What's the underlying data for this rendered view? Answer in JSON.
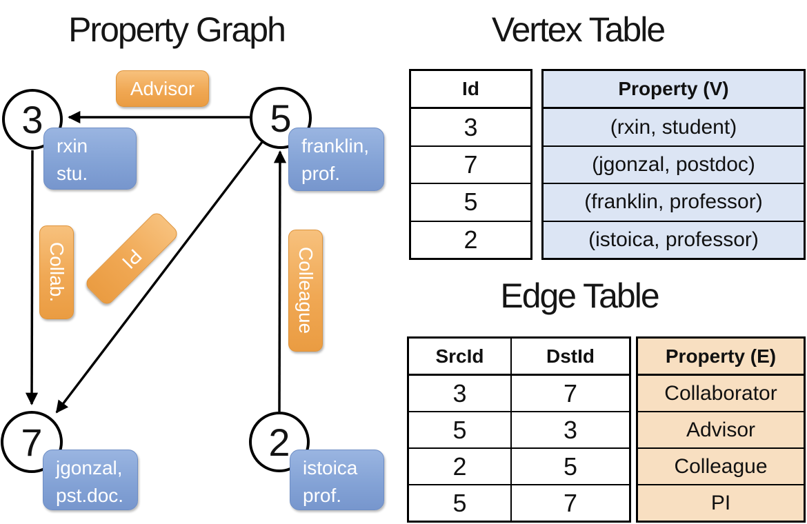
{
  "graph": {
    "title": "Property Graph",
    "nodes": {
      "n3": "3",
      "n5": "5",
      "n7": "7",
      "n2": "2"
    },
    "edge_labels": {
      "advisor": "Advisor",
      "collab": "Collab.",
      "pi": "PI",
      "colleague": "Colleague"
    },
    "node_props": {
      "rxin": {
        "line1": "rxin",
        "line2": "stu."
      },
      "franklin": {
        "line1": "franklin,",
        "line2": "prof."
      },
      "jgonzal": {
        "line1": "jgonzal,",
        "line2": "pst.doc."
      },
      "istoica": {
        "line1": "istoica",
        "line2": "prof."
      }
    }
  },
  "vertex_table": {
    "title": "Vertex Table",
    "col_id": "Id",
    "col_property": "Property (V)",
    "rows": [
      {
        "id": "3",
        "property": "(rxin, student)"
      },
      {
        "id": "7",
        "property": "(jgonzal, postdoc)"
      },
      {
        "id": "5",
        "property": "(franklin, professor)"
      },
      {
        "id": "2",
        "property": "(istoica, professor)"
      }
    ]
  },
  "edge_table": {
    "title": "Edge Table",
    "col_src": "SrcId",
    "col_dst": "DstId",
    "col_property": "Property (E)",
    "rows": [
      {
        "src": "3",
        "dst": "7",
        "property": "Collaborator"
      },
      {
        "src": "5",
        "dst": "3",
        "property": "Advisor"
      },
      {
        "src": "2",
        "dst": "5",
        "property": "Colleague"
      },
      {
        "src": "5",
        "dst": "7",
        "property": "PI"
      }
    ]
  },
  "colors": {
    "edge_label_fill": "#f0a854",
    "node_property_fill": "#84a3d6",
    "vertex_cell_fill": "#dce5f4",
    "edge_cell_fill": "#f8dfc1",
    "line_color": "#000000"
  }
}
